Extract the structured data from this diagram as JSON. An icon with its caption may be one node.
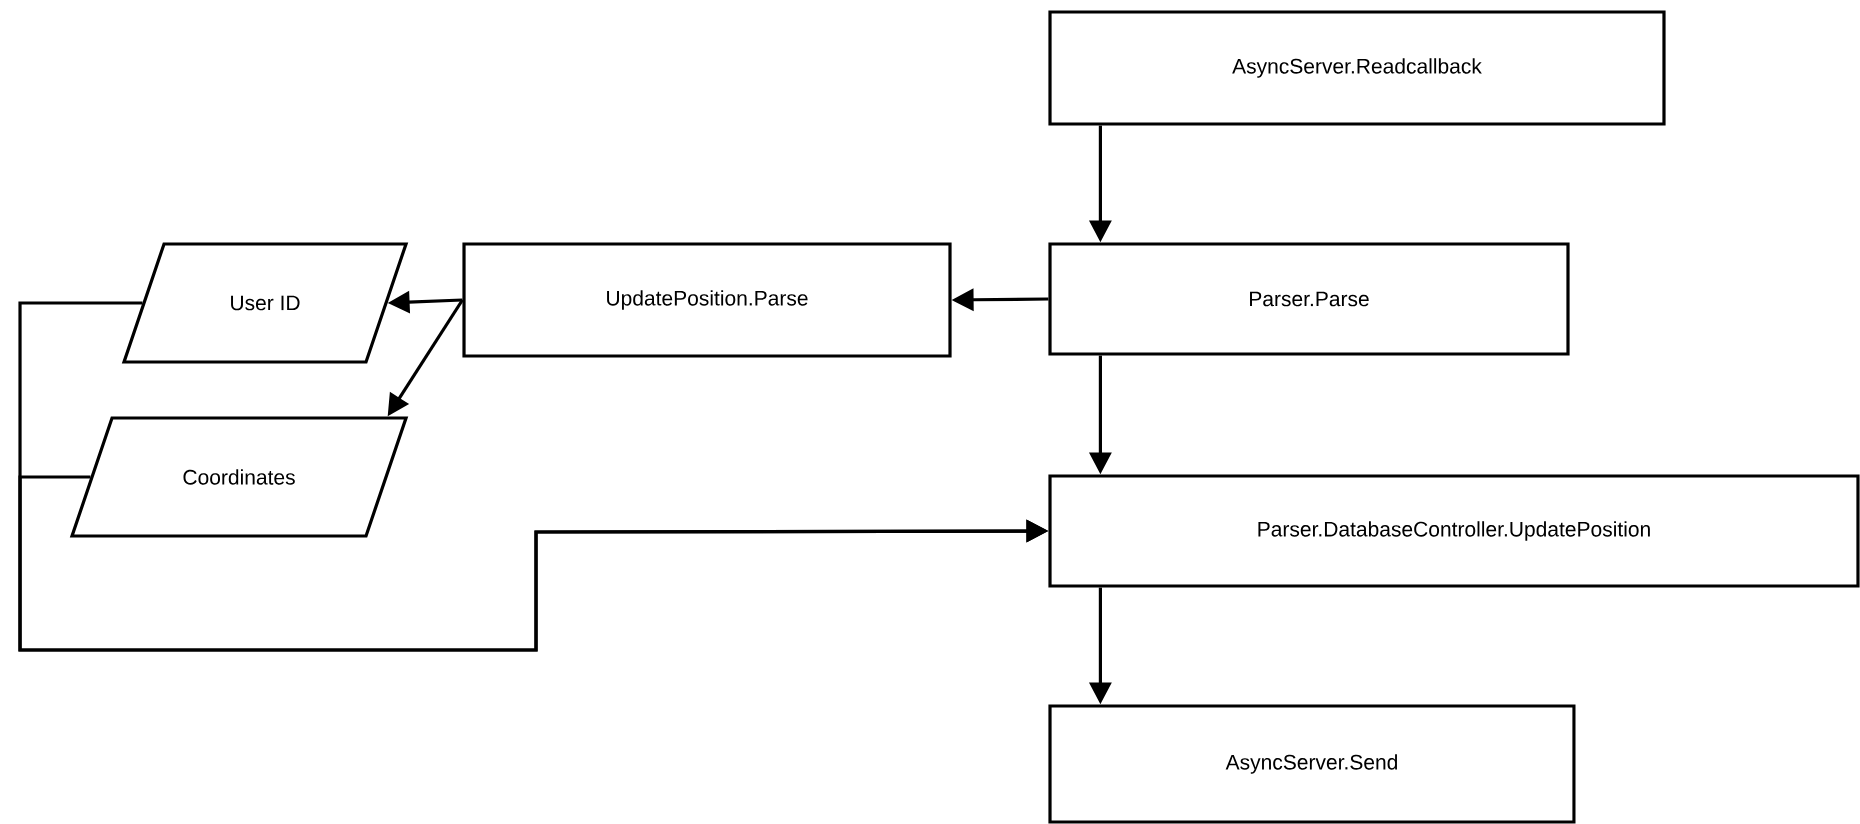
{
  "diagram": {
    "nodes": [
      {
        "text": [
          "AsyncServer.Readcallback"
        ]
      },
      {
        "text": [
          "User ID"
        ]
      },
      {
        "text": [
          "UpdatePosition.Parse"
        ]
      },
      {
        "text": [
          "Parser.Parse"
        ]
      },
      {
        "text": [
          "Coordinates"
        ]
      },
      {
        "text": [
          "Parser.DatabaseController.UpdatePosition"
        ]
      },
      {
        "text": [
          "AsyncServer.Send"
        ]
      }
    ],
    "edges": [
      {
        "from": 0,
        "to": 3,
        "arrow": "to"
      },
      {
        "from": 3,
        "to": 2,
        "arrow": "to"
      },
      {
        "from": 2,
        "to": 1,
        "arrow": "to"
      },
      {
        "from": 2,
        "to": 4,
        "arrow": "to"
      },
      {
        "from": 3,
        "to": 5,
        "arrow": "to"
      },
      {
        "from": 1,
        "to": 5,
        "arrow": "to"
      },
      {
        "from": 4,
        "to": 5,
        "arrow": "to"
      },
      {
        "from": 5,
        "to": 6,
        "arrow": "to"
      }
    ]
  }
}
